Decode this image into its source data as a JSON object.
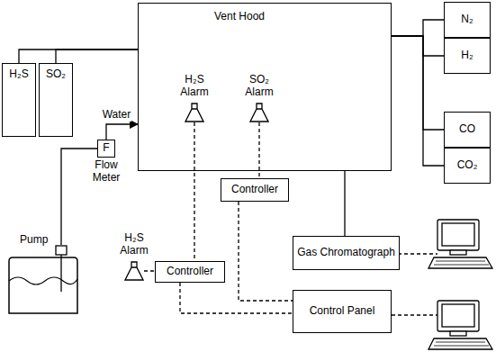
{
  "diagram": {
    "nodes": [
      {
        "text": [
          "H₂S"
        ]
      },
      {
        "text": [
          "SO₂"
        ]
      },
      {
        "text": [
          "Vent Hood"
        ]
      },
      {
        "text": [
          "H₂S Alarm"
        ],
        "in": 2
      },
      {
        "text": [
          "SO₂ Alarm"
        ],
        "in": 2
      },
      {
        "text": [
          "N₂"
        ]
      },
      {
        "text": [
          "H₂"
        ]
      },
      {
        "text": [
          "CO"
        ]
      },
      {
        "text": [
          "CO₂"
        ]
      },
      {
        "text": [
          "F",
          "Flow Meter"
        ]
      },
      {
        "text": [
          "Pump"
        ]
      },
      {
        "text": [
          "Controller"
        ]
      },
      {
        "text": [
          "H₂S Alarm"
        ]
      },
      {
        "text": [
          "Controller"
        ]
      },
      {
        "text": [
          "Gas Chromatograph"
        ]
      },
      {
        "text": [
          "Control Panel"
        ]
      }
    ],
    "edges": [
      {
        "from": 0,
        "to": 2,
        "arrow": "none"
      },
      {
        "from": 1,
        "to": 2,
        "arrow": "none"
      },
      {
        "from": 5,
        "to": 2,
        "arrow": "none"
      },
      {
        "from": 6,
        "to": 2,
        "arrow": "none"
      },
      {
        "from": 7,
        "to": 2,
        "arrow": "none"
      },
      {
        "from": 8,
        "to": 2,
        "arrow": "none"
      },
      {
        "from": 9,
        "to": 2,
        "label": "Water",
        "arrow": "to"
      },
      {
        "from": 10,
        "to": 9,
        "arrow": "none"
      },
      {
        "from": 4,
        "to": 11,
        "arrow": "none"
      },
      {
        "from": 3,
        "to": 13,
        "arrow": "none"
      },
      {
        "from": 11,
        "to": 15,
        "arrow": "none"
      },
      {
        "from": 12,
        "to": 13,
        "arrow": "none"
      },
      {
        "from": 13,
        "to": 15,
        "arrow": "none"
      },
      {
        "from": 2,
        "to": 14,
        "arrow": "none"
      }
    ]
  }
}
